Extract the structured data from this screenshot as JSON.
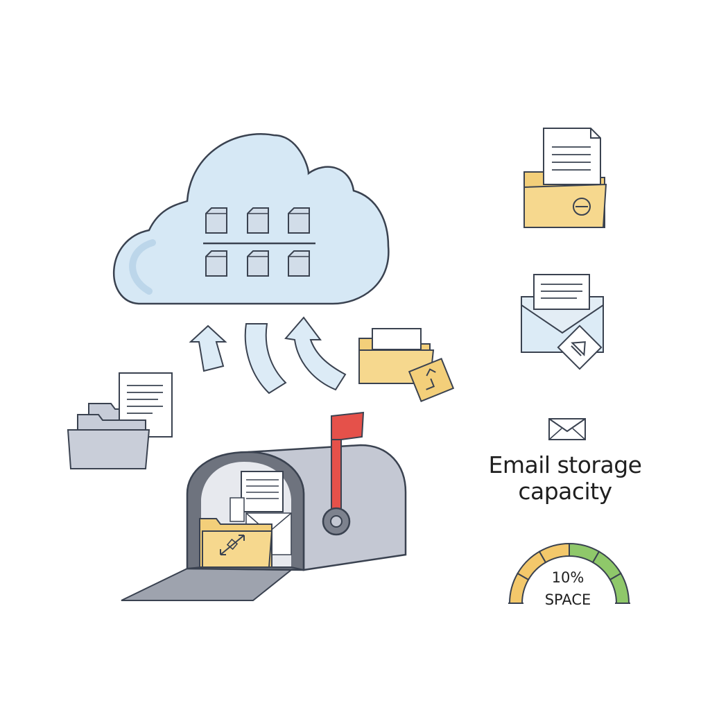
{
  "storage": {
    "title_line1": "Email storage",
    "title_line2": "capacity",
    "gauge_percent_label": "10%",
    "gauge_space_label": "SPACE",
    "gauge_segments_colors": [
      "#f3c86b",
      "#f3c86b",
      "#f3c86b",
      "#8fc86a",
      "#8fc86a",
      "#8fc86a"
    ]
  },
  "colors": {
    "cloud_fill": "#d6e8f5",
    "outline": "#3a4250",
    "folder_yellow": "#f3cf7a",
    "folder_grey": "#c7ccd8",
    "mailbox_grey": "#c4c8d3",
    "mailbox_dark": "#7d828e",
    "flag_red": "#e5514a",
    "arrow_fill": "#dcebf6"
  },
  "icons": [
    "cloud-icon",
    "file-grid-icon",
    "upload-arrow-icon",
    "folder-icon",
    "document-icon",
    "mailbox-icon",
    "flag-icon",
    "envelope-icon",
    "gauge-icon"
  ]
}
